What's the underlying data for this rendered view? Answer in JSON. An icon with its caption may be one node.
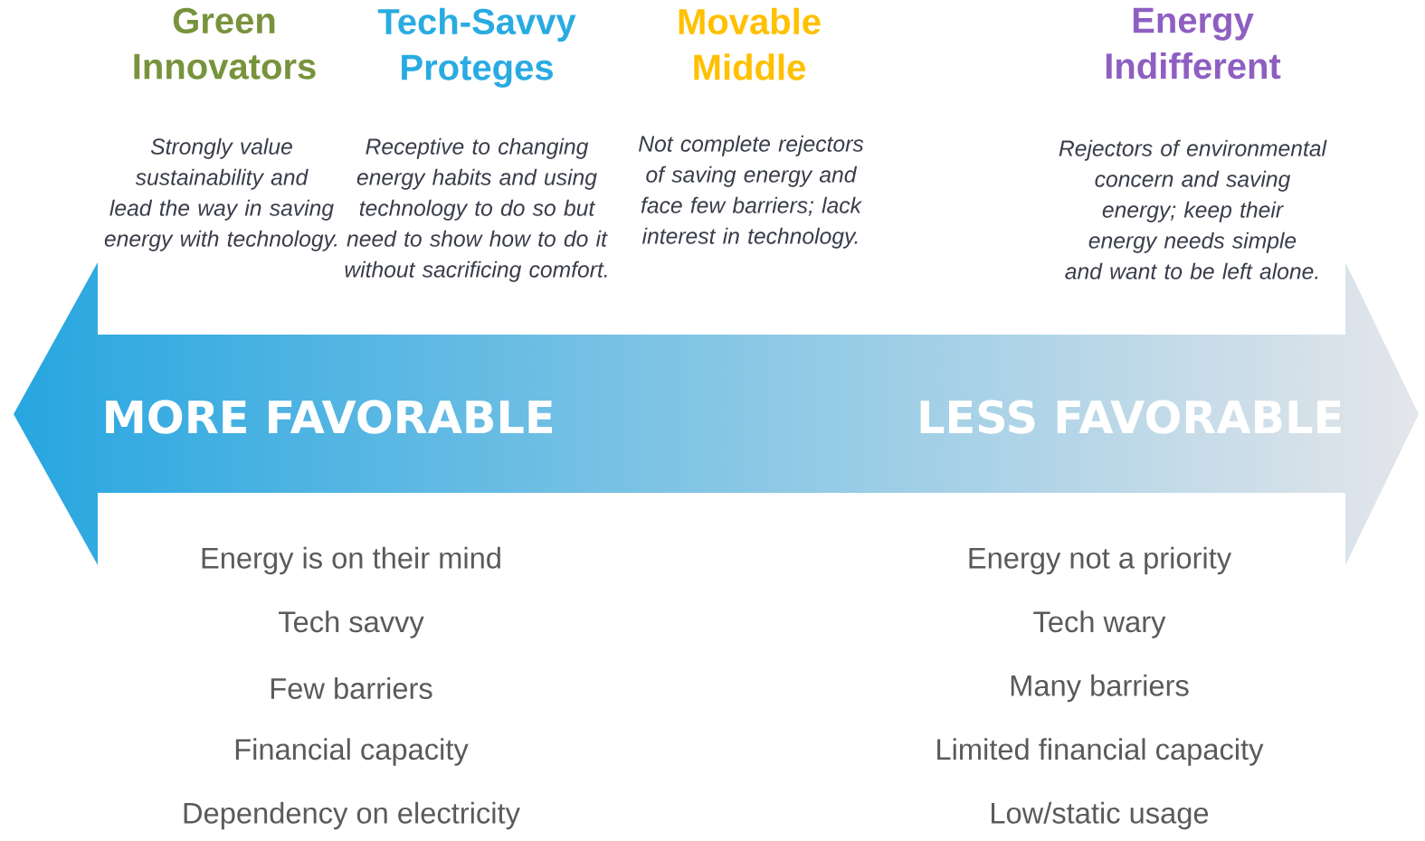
{
  "diagram": {
    "nodes": [
      {
        "text": [
          "MORE FAVORABLE",
          "LESS FAVORABLE"
        ]
      }
    ],
    "labels": [
      "Green Innovators",
      "Tech-Savvy Proteges",
      "Movable Middle",
      "Energy Indifferent",
      "Strongly value sustainability and lead the way in saving energy with technology.",
      "Receptive to changing energy habits and using technology to do so but need to show how to do it without sacrificing comfort.",
      "Not complete rejectors of saving energy and face few barriers; lack interest in technology.",
      "Rejectors of environmental concern and saving energy; keep their energy needs simple and want to be left alone.",
      "Energy is on their mind",
      "Energy not a priority",
      "Tech savvy",
      "Tech wary",
      "Few barriers",
      "Many barriers",
      "Financial capacity",
      "Limited financial capacity",
      "Dependency on electricity",
      "Low/static usage"
    ]
  }
}
